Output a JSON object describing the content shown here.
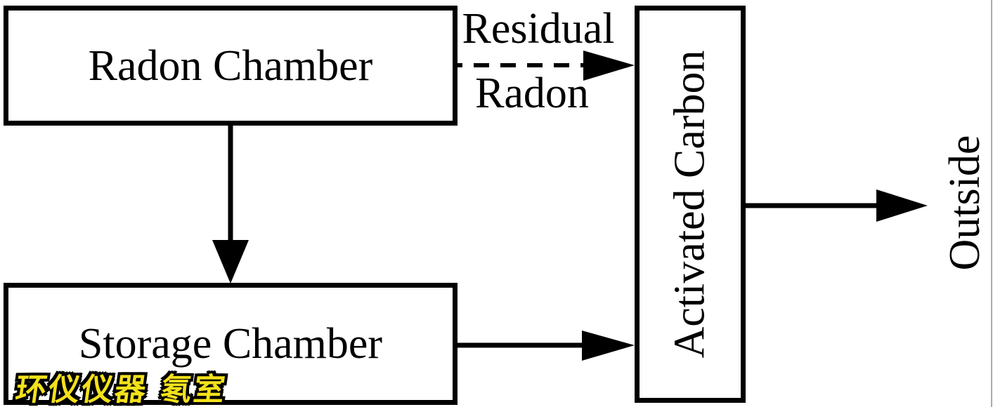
{
  "nodes": {
    "radon_chamber": {
      "label": "Radon Chamber"
    },
    "storage_chamber": {
      "label": "Storage Chamber"
    },
    "activated_carbon": {
      "label": "Activated Carbon"
    },
    "outside": {
      "label": "Outside"
    }
  },
  "edge_labels": {
    "residual_line1": "Residual",
    "residual_line2": "Radon"
  },
  "edges": [
    {
      "from": "Radon Chamber",
      "to": "Activated Carbon",
      "style": "dashed",
      "label": "Residual Radon"
    },
    {
      "from": "Radon Chamber",
      "to": "Storage Chamber",
      "style": "solid",
      "label": ""
    },
    {
      "from": "Storage Chamber",
      "to": "Activated Carbon",
      "style": "solid",
      "label": ""
    },
    {
      "from": "Activated Carbon",
      "to": "Outside",
      "style": "solid",
      "label": ""
    }
  ],
  "watermark": {
    "text": "环仪仪器 氡室"
  },
  "colors": {
    "line": "#000000",
    "background": "#ffffff",
    "frame_right": "#ababab",
    "watermark_fill": "#f3e11c",
    "watermark_outline": "#000000"
  }
}
